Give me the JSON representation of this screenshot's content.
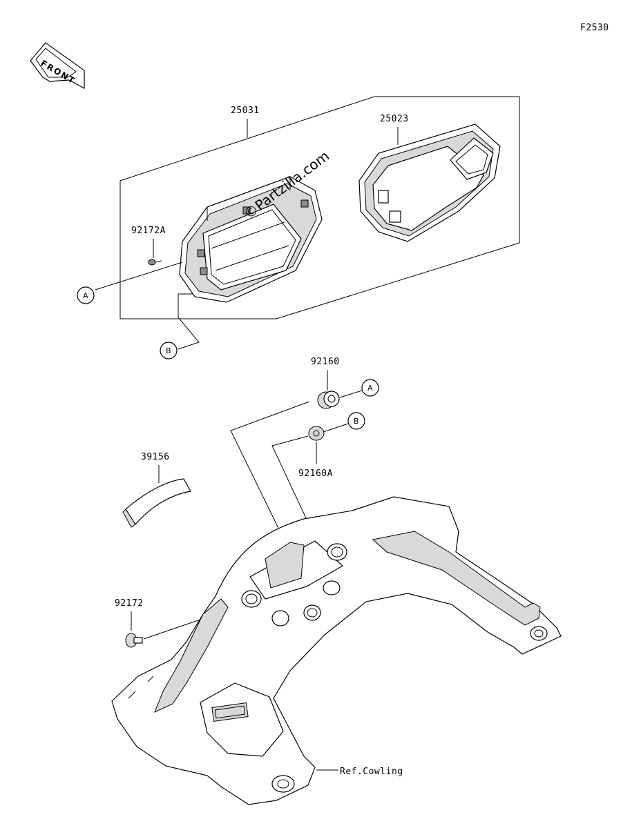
{
  "figure_code": "F2530",
  "front_arrow": {
    "text": "FRONT"
  },
  "watermark": "©Partzilla.com",
  "part_labels": {
    "meter_assembly": "25031",
    "meter_case": "25023",
    "screw_meter": "92172A",
    "damper": "92160",
    "damper_small": "92160A",
    "pad": "39156",
    "screw": "92172",
    "cowling_ref": "Ref.Cowling"
  },
  "callouts": {
    "a": "A",
    "b": "B"
  }
}
